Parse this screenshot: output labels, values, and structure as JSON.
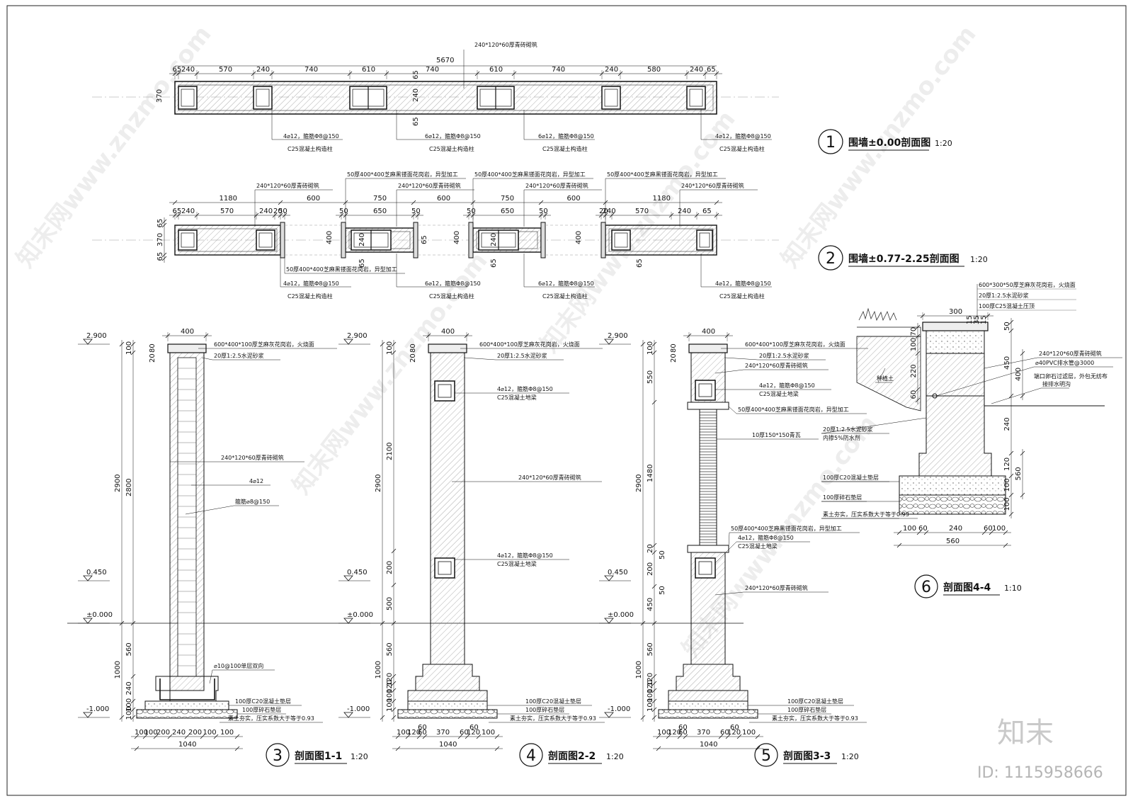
{
  "plans": {
    "plan1": {
      "total": "5670",
      "top_dims": [
        "65",
        "240",
        "570",
        "240",
        "740",
        "610",
        "740",
        "610",
        "740",
        "240",
        "580",
        "240",
        "65"
      ],
      "side_dims": [
        "370"
      ],
      "inner_dims": [
        "65",
        "240",
        "65"
      ],
      "brick_note": "240*120*60厚青砖砌筑",
      "col_notes": [
        {
          "a": "4⌀12，箍筋Φ8@150",
          "b": "C25混凝土构造柱"
        },
        {
          "a": "6⌀12，箍筋Φ8@150",
          "b": "C25混凝土构造柱"
        },
        {
          "a": "6⌀12，箍筋Φ8@150",
          "b": "C25混凝土构造柱"
        },
        {
          "a": "4⌀12，箍筋Φ8@150",
          "b": "C25混凝土构造柱"
        }
      ],
      "title_num": "1",
      "title": "围墙±0.00剖面图",
      "scale": "1:20"
    },
    "plan2": {
      "top_dims_left": [
        "65",
        "240",
        "570",
        "240",
        "20",
        "50"
      ],
      "top_dims_mid1": [
        "50",
        "650",
        "50"
      ],
      "top_dims_mid2": [
        "50",
        "650",
        "50"
      ],
      "top_dims_right": [
        "20",
        "240",
        "570",
        "240",
        "65"
      ],
      "over_dims": [
        "1180",
        "600",
        "750",
        "600",
        "750",
        "600",
        "1180"
      ],
      "side_dims": [
        "65",
        "370",
        "65",
        "400",
        "240",
        "65",
        "65",
        "400",
        "240",
        "65",
        "400",
        "65"
      ],
      "brick_notes": [
        "240*120*60厚青砖砌筑",
        "240*120*60厚青砖砌筑",
        "240*120*60厚青砖砌筑",
        "240*120*60厚青砖砌筑"
      ],
      "lattice_notes": [
        "50厚400*400芝麻黑镂面花岗岩，异型加工",
        "50厚400*400芝麻黑镂面花岗岩，异型加工",
        "50厚400*400芝麻黑镂面花岗岩，异型加工",
        "50厚400*400芝麻黑镂面花岗岩，异型加工"
      ],
      "col_notes": [
        {
          "a": "4⌀12，箍筋Φ8@150",
          "b": "C25混凝土构造柱"
        },
        {
          "a": "6⌀12，箍筋Φ8@150",
          "b": "C25混凝土构造柱"
        },
        {
          "a": "6⌀12，箍筋Φ8@150",
          "b": "C25混凝土构造柱"
        },
        {
          "a": "4⌀12，箍筋Φ8@150",
          "b": "C25混凝土构造柱"
        }
      ],
      "title_num": "2",
      "title": "围墙±0.77-2.25剖面图",
      "scale": "1:20"
    }
  },
  "levels": [
    "2.900",
    "0.450",
    "±0.000",
    "-1.000"
  ],
  "sec1": {
    "top_w": "400",
    "left_dims": [
      "100",
      "80",
      "20",
      "2900",
      "2800",
      "560",
      "1000",
      "240",
      "100",
      "100"
    ],
    "notes": [
      "600*400*100厚芝麻灰花岗岩，火烧面",
      "20厚1:2.5水泥砂浆",
      "240*120*60厚青砖砌筑",
      "4⌀12",
      "箍筋⌀8@150",
      "⌀10@100单层双向",
      "100厚C20混凝土垫层",
      "100厚碎石垫层",
      "素土夯实，压实系数大于等于0.93"
    ],
    "bot_dims": [
      "100",
      "100",
      "200",
      "240",
      "200",
      "100",
      "100"
    ],
    "bot_total": "1040",
    "title_num": "3",
    "title": "剖面图1-1",
    "scale": "1:20"
  },
  "sec2": {
    "top_w": "400",
    "left_dims": [
      "100",
      "80",
      "20",
      "2100",
      "2900",
      "200",
      "500",
      "560",
      "1000",
      "120",
      "120",
      "100",
      "100"
    ],
    "notes": [
      "600*400*100厚芝麻灰花岗岩，火烧面",
      "20厚1:2.5水泥砂浆",
      "4⌀12，箍筋Φ8@150",
      "C25混凝土地梁",
      "240*120*60厚青砖砌筑",
      "4⌀12，箍筋Φ8@150",
      "C25混凝土地梁",
      "100厚C20混凝土垫层",
      "100厚碎石垫层",
      "素土夯实，压实系数大于等于0.93"
    ],
    "bot_dims": [
      "100",
      "120",
      "60",
      "370",
      "60",
      "120",
      "100"
    ],
    "bot_small": [
      "60",
      "60"
    ],
    "bot_total": "1040",
    "title_num": "4",
    "title": "剖面图2-2",
    "scale": "1:20"
  },
  "sec3": {
    "top_w": "400",
    "left_dims": [
      "100",
      "80",
      "20",
      "550",
      "2900",
      "1480",
      "20",
      "50",
      "200",
      "50",
      "450",
      "560",
      "1000",
      "120",
      "120",
      "100",
      "100"
    ],
    "notes": [
      "600*400*100厚芝麻灰花岗岩，火烧面",
      "20厚1:2.5水泥砂浆",
      "240*120*60厚青砖砌筑",
      "4⌀12，箍筋Φ8@150",
      "C25混凝土地梁",
      "50厚400*400芝麻黑镂面花岗岩，异型加工",
      "10厚150*150青瓦",
      "50厚400*400芝麻黑镂面花岗岩，异型加工",
      "4⌀12，箍筋Φ8@150",
      "C25混凝土地梁",
      "240*120*60厚青砖砌筑",
      "100厚C20混凝土垫层",
      "100厚碎石垫层",
      "素土夯实，压实系数大于等于0.93"
    ],
    "bot_dims": [
      "100",
      "120",
      "60",
      "370",
      "60",
      "120",
      "100"
    ],
    "bot_small": [
      "60",
      "60"
    ],
    "bot_total": "1040",
    "title_num": "5",
    "title": "剖面图3-3",
    "scale": "1:20"
  },
  "sec4": {
    "top_notes": [
      "600*300*50厚芝麻灰花岗岩，火烧面",
      "20厚1:2.5水泥砂浆",
      "100厚C25混凝土压顶"
    ],
    "top_w": "300",
    "small_dims": [
      "15",
      "35",
      "15"
    ],
    "right_dims": [
      "50",
      "450",
      "400",
      "240",
      "120",
      "560",
      "100",
      "100"
    ],
    "left_dims": [
      "70",
      "100",
      "220",
      "60"
    ],
    "notes": [
      "种植土",
      "240*120*60厚青砖砌筑",
      "⌀40PVC排水管@3000",
      "端口卵石过滤层，外包无纺布",
      "接排水明沟",
      "20厚1:2.5水泥砂浆",
      "内掺5%防水剂",
      "100厚C20混凝土垫层",
      "100厚碎石垫层",
      "素土夯实，压实系数大于等于0.93"
    ],
    "bot_dims": [
      "100",
      "60",
      "240",
      "60",
      "100"
    ],
    "bot_total": "560",
    "title_num": "6",
    "title": "剖面图4-4",
    "scale": "1:10"
  },
  "watermark": {
    "text": "知末网www.znzmo.com",
    "brand": "知末",
    "id": "ID: 1115958666"
  }
}
